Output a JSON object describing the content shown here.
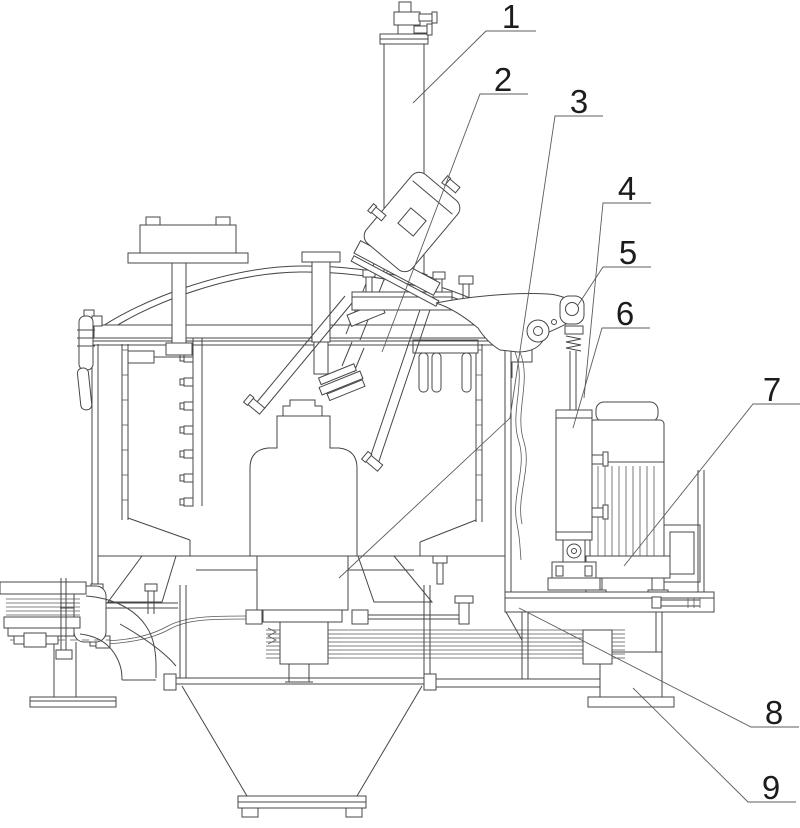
{
  "drawing": {
    "type": "technical-line-drawing",
    "subject": "vertical centrifuge sectional assembly drawing",
    "background": "#ffffff",
    "line_color": "#474747",
    "label_color": "#1c1c1c"
  },
  "callouts": [
    {
      "num": "1"
    },
    {
      "num": "2"
    },
    {
      "num": "3"
    },
    {
      "num": "4"
    },
    {
      "num": "5"
    },
    {
      "num": "6"
    },
    {
      "num": "7"
    },
    {
      "num": "8"
    },
    {
      "num": "9"
    }
  ]
}
